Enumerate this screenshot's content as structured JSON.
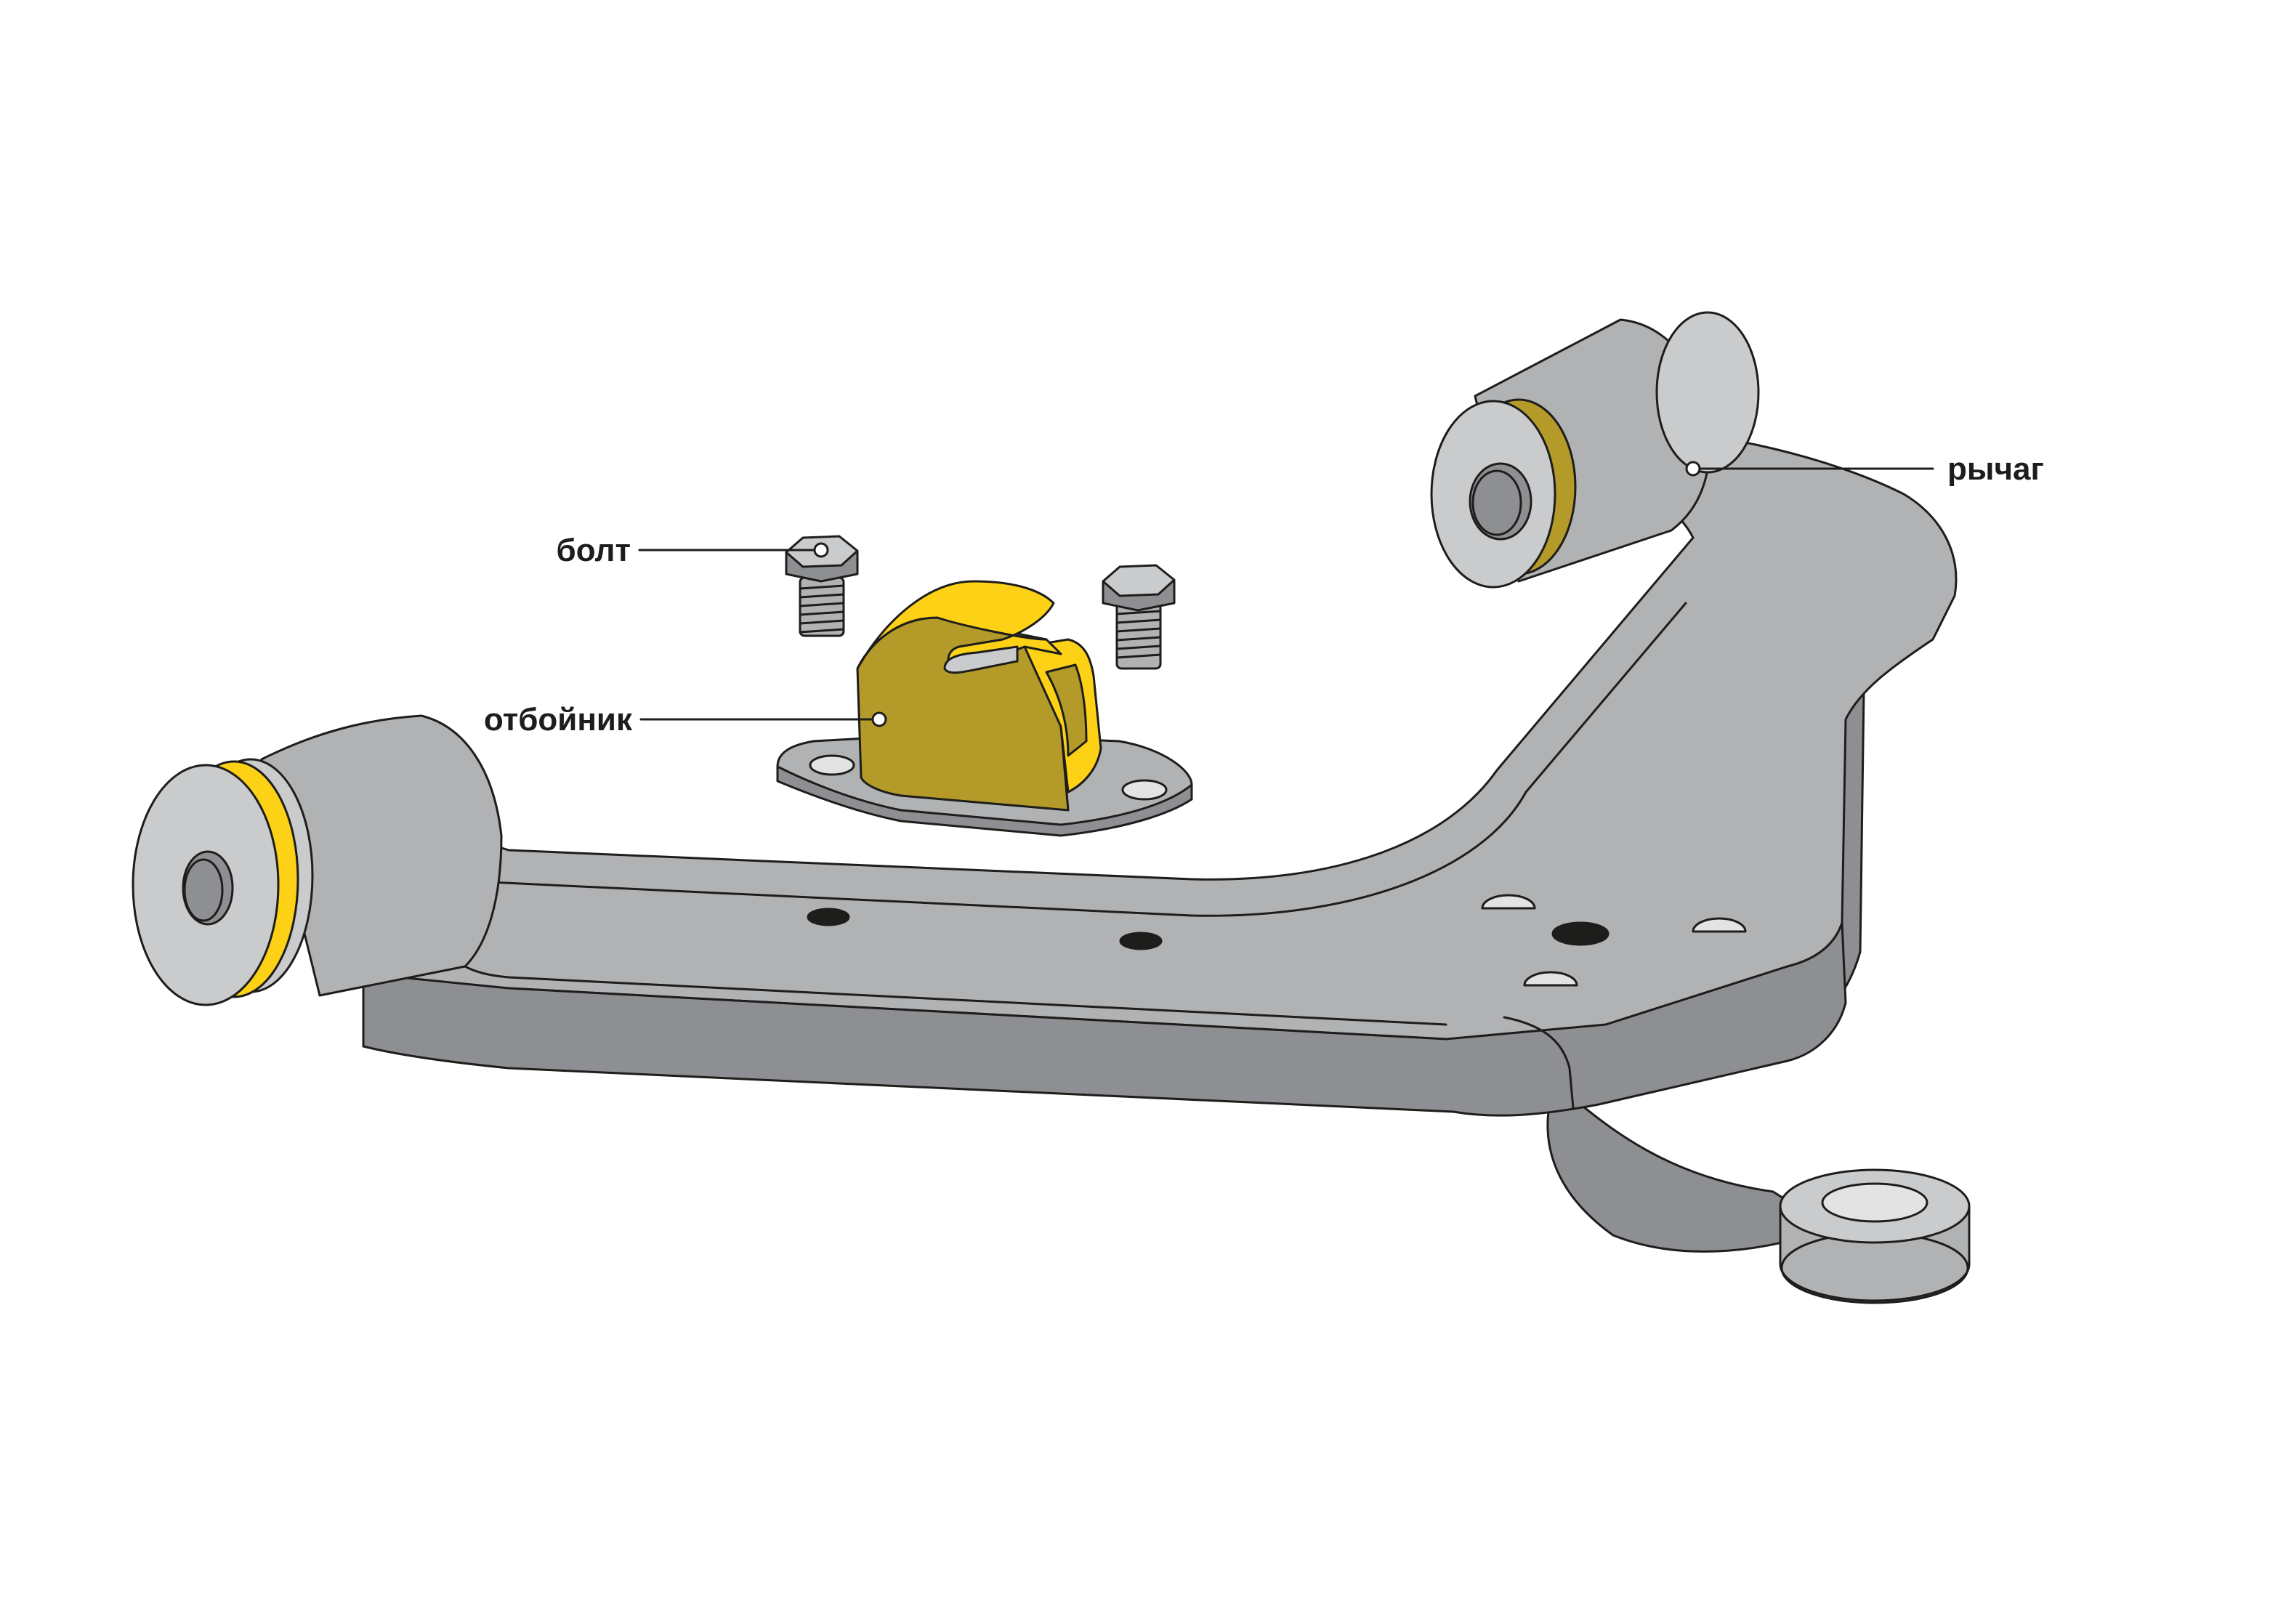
{
  "colors": {
    "background": "#ffffff",
    "metal": "#b1b2b4",
    "metal_light": "#cacbcd",
    "metal_dark": "#8e8f92",
    "yellow": "#fcd116",
    "yellow_dark": "#b49a29",
    "outline": "#1d1d1b",
    "hole": "#1d1d1b",
    "bore_light": "#e3e3e3"
  },
  "labels": {
    "bolt": "болт",
    "bump_stop": "отбойник",
    "arm": "рычаг"
  }
}
